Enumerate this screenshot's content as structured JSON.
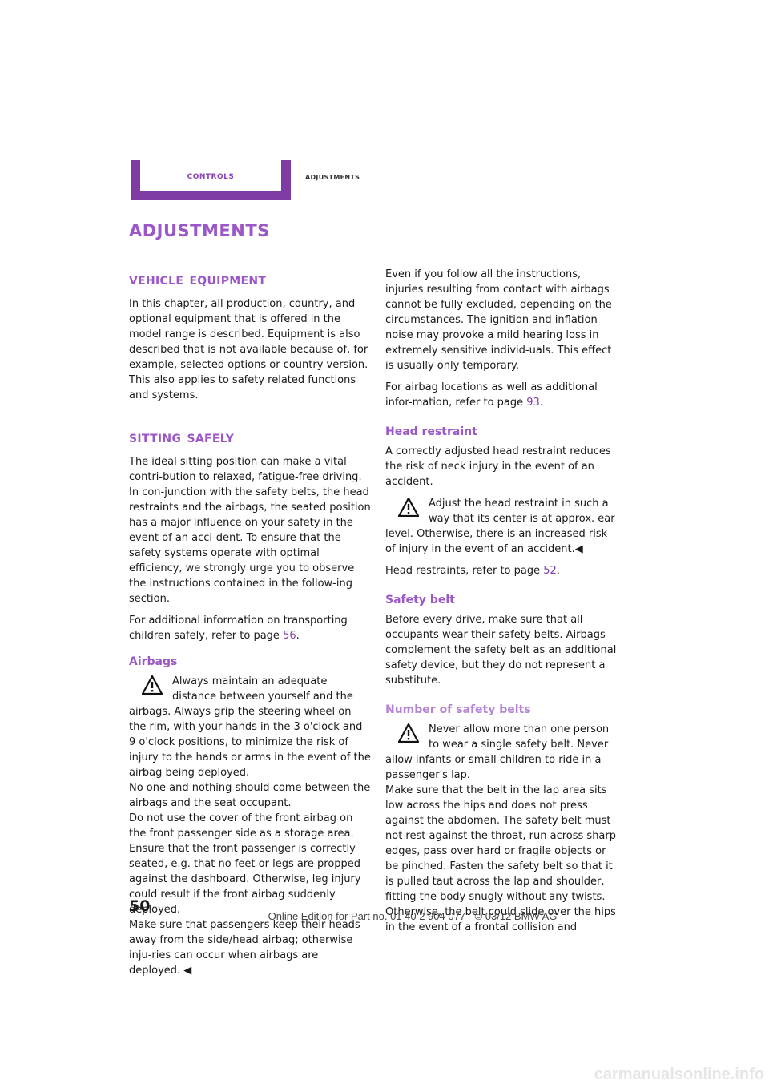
{
  "header": {
    "tab_label": "Controls",
    "section_label": "Adjustments"
  },
  "page_title": "Adjustments",
  "vehicle_equipment": {
    "heading": "Vehicle equipment",
    "body": "In this chapter, all production, country, and optional equipment that is offered in the model range is described. Equipment is also described that is not available because of, for example, selected options or country version. This also applies to safety related functions and systems."
  },
  "sitting_safely": {
    "heading": "Sitting safely",
    "body": "The ideal sitting position can make a vital contri-bution to relaxed, fatigue-free driving. In con-junction with the safety belts, the head restraints and the airbags, the seated position has a major influence on your safety in the event of an acci-dent. To ensure that the safety systems operate with optimal efficiency, we strongly urge you to observe the instructions contained in the follow-ing section.",
    "children_text": "For additional information on transporting children safely, refer to page ",
    "children_page": "56",
    "period": "."
  },
  "airbags": {
    "heading": "Airbags",
    "warning_lines": [
      "Always maintain an adequate distance between yourself and the airbags. Always grip the steering wheel on the rim, with your hands in the 3 o'clock and 9 o'clock positions, to minimize the risk of injury to the hands or arms in the event of the airbag being deployed.",
      "No one and nothing should come between the airbags and the seat occupant.",
      "Do not use the cover of the front airbag on the front passenger side as a storage area. Ensure that the front passenger is correctly seated, e.g. that no feet or legs are propped against the dashboard. Otherwise, leg injury could result if the front airbag suddenly deployed.",
      "Make sure that passengers keep their heads away from the side/head airbag; otherwise inju-ries can occur when airbags are deployed."
    ],
    "end_mark": "◀",
    "continued": "Even if you follow all the instructions, injuries resulting from contact with airbags cannot be fully excluded, depending on the circumstances. The ignition and inflation noise may provoke a mild hearing loss in extremely sensitive individ-uals. This effect is usually only temporary.",
    "locations_text": "For airbag locations as well as additional infor-mation, refer to page ",
    "locations_page": "93",
    "period": "."
  },
  "head_restraint": {
    "heading": "Head restraint",
    "body": "A correctly adjusted head restraint reduces the risk of neck injury in the event of an accident.",
    "warning": "Adjust the head restraint in such a way that its center is at approx. ear level. Otherwise, there is an increased risk of injury in the event of an accident.",
    "end_mark": "◀",
    "ref_text": "Head restraints, refer to page ",
    "ref_page": "52",
    "period": "."
  },
  "safety_belt": {
    "heading": "Safety belt",
    "body": "Before every drive, make sure that all occupants wear their safety belts. Airbags complement the safety belt as an additional safety device, but they do not represent a substitute."
  },
  "number_of_belts": {
    "heading": "Number of safety belts",
    "warning_lines": [
      "Never allow more than one person to wear a single safety belt. Never allow infants or small children to ride in a passenger's lap.",
      "Make sure that the belt in the lap area sits low across the hips and does not press against the abdomen. The safety belt must not rest against the throat, run across sharp edges, pass over hard or fragile objects or be pinched. Fasten the safety belt so that it is pulled taut across the lap and shoulder, fitting the body snugly without any twists. Otherwise, the belt could slide over the hips in the event of a frontal collision and"
    ]
  },
  "footer": {
    "page_number": "50",
    "edition": "Online Edition for Part no. 01 40 2 904 077 - © 03/12 BMW AG",
    "watermark": "carmanualsonline.info"
  },
  "colors": {
    "accent": "#7e3ca4",
    "heading": "#9b57c8",
    "subheading": "#b383d6"
  }
}
